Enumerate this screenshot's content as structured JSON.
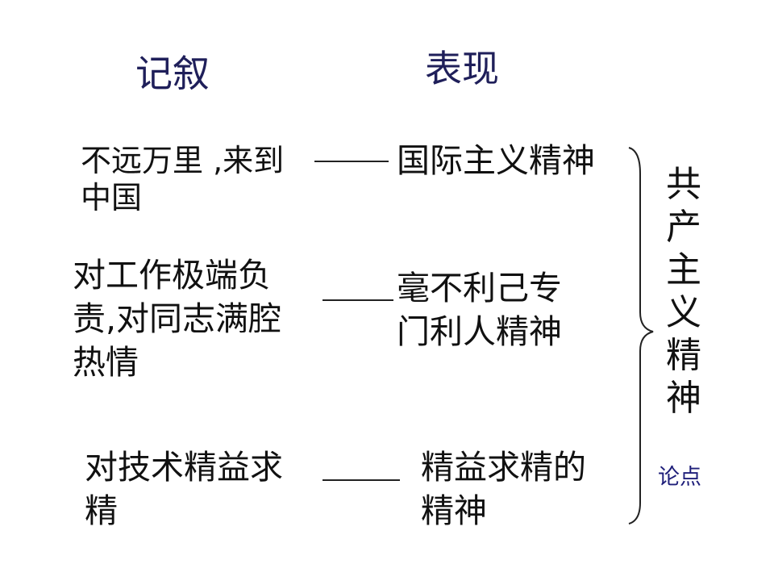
{
  "headers": {
    "narrative": "记叙",
    "manifestation": "表现"
  },
  "rows": [
    {
      "narrative_lines": [
        "不远万里 ,来到",
        "中国"
      ],
      "manifestation_lines": [
        "国际主义精神"
      ]
    },
    {
      "narrative_lines": [
        "对工作极端负",
        "责,对同志满腔",
        "热情"
      ],
      "manifestation_lines": [
        "毫不利己专",
        "门利人精神"
      ]
    },
    {
      "narrative_lines": [
        "对技术精益求",
        "精"
      ],
      "manifestation_lines": [
        "精益求精的",
        "精神"
      ]
    }
  ],
  "conclusion": {
    "chars": [
      "共",
      "产",
      "主",
      "义",
      "精",
      "神"
    ],
    "label": "论点"
  },
  "colors": {
    "header": "#1f1f5a",
    "label": "#1f1f7a",
    "text": "#111111"
  }
}
